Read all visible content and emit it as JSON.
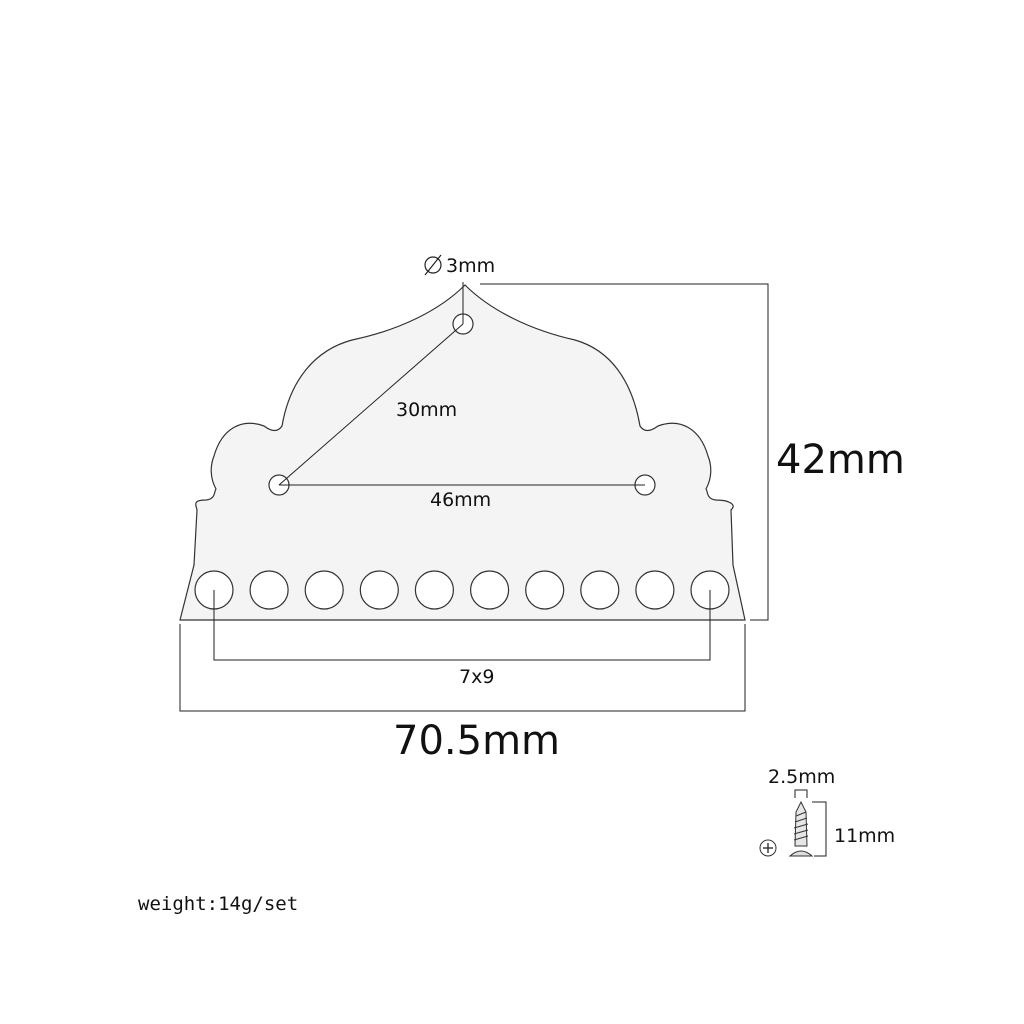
{
  "labels": {
    "hole_diameter": "3mm",
    "diagonal_spacing": "30mm",
    "mount_spacing": "46mm",
    "string_holes": "7x9",
    "total_width": "70.5mm",
    "total_height": "42mm",
    "screw_diameter": "2.5mm",
    "screw_length": "11mm",
    "weight": "weight:14g/set"
  },
  "string_hole_count": 10,
  "colors": {
    "plate_fill": "#f4f4f4",
    "outline": "#333333",
    "dimension_line": "#222222",
    "text": "#111111"
  }
}
